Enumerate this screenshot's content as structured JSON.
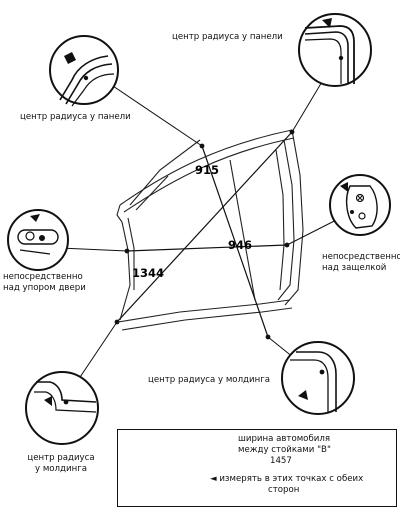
{
  "labels": {
    "panel_top": "центр радиуса у панели",
    "panel_left": "центр радиуса у панели",
    "above_stop_line1": "непосредственно",
    "above_stop_line2": "над упором двери",
    "above_latch_line1": "непосредственно",
    "above_latch_line2": "над защелкой",
    "molding_right": "центр радиуса у молдинга",
    "molding_left_line1": "центр радиуса",
    "molding_left_line2": "у молдинга"
  },
  "measurements": {
    "diag_upper": "915",
    "horizontal": "946",
    "diag_lower": "1344"
  },
  "legend": {
    "title_line1": "ширина автомобиля",
    "title_line2": "между стойками \"В\"",
    "value": "1457",
    "note_line1": "◄ измерять в этих точках с обеих",
    "note_line2": "сторон"
  }
}
